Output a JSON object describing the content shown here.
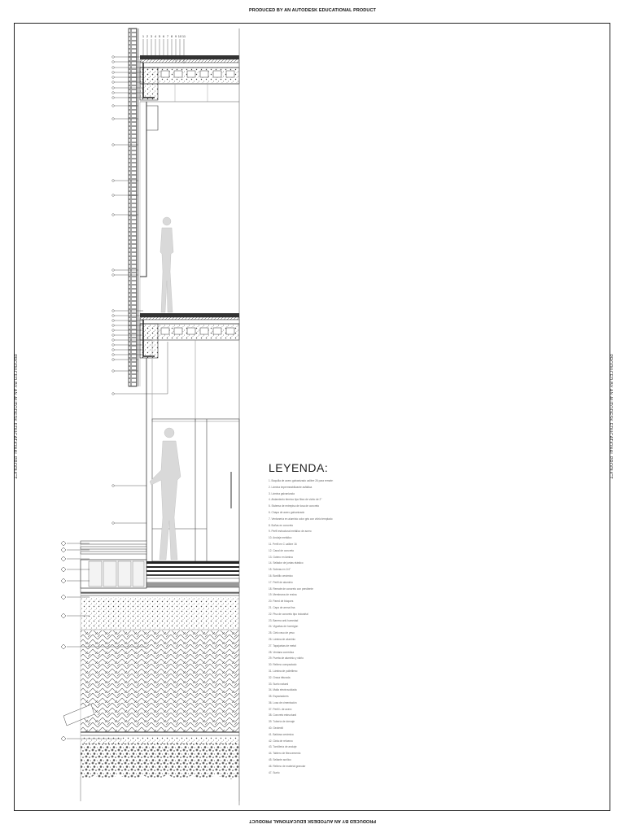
{
  "watermark": "PRODUCED BY AN AUTODESK EDUCATIONAL PRODUCT",
  "legend": {
    "title": "LEYENDA:",
    "items": [
      "1. Boquilla de acero galvanizado calibre 26 para remate de cubierta",
      "2. Lámina impermeabilizante asfáltica",
      "3. Lámina galvanizada",
      "4. Aislamiento térmico tipo fibra de vidrio de 2\"",
      "5. Sistema de entrepiso de losa de concreto",
      "6. Chapa de acero galvanizado",
      "7. Ventanería en aluminio color gris con vidrio templado",
      "8. Buñas en concreto",
      "9. Perfil estructural metálico de acero",
      "10. Anclaje metálico",
      "11. Perfil en C calibre 16",
      "12. Canal de concreto",
      "13. Gotero en lámina",
      "14. Sellador de juntas elástico",
      "15. Soleras en 1/4\"",
      "16. Bordillo cerámico",
      "17. Perfil de aluminio",
      "18. Remate de concreto con pendiente",
      "19. Membrana de resina",
      "20. Pared de bloques",
      "21. Capa de arena fina",
      "22. Piso de concreto tipo industrial",
      "23. Barrera anti-humedad",
      "24. Viguetas de hormigón",
      "25. Cielo raso de yeso",
      "26. Lámina de aluminio",
      "27. Tapajuntas de metal",
      "28. Ventana corrediza",
      "29. Puerta de aluminio y vidrio",
      "30. Relleno compactado",
      "31. Lámina de polietileno",
      "32. Grava triturada",
      "33. Suelo natural",
      "34. Malla electrosoldada",
      "35. Espaciadores",
      "36. Losa de cimentación",
      "37. Perfil L de acero",
      "38. Concreto estructural",
      "39. Tubería de drenaje",
      "40. Geotextil",
      "41. Baldosa cerámica",
      "42. Cinta de refuerzo",
      "43. Tornillería de anclaje",
      "44. Tablero de fibrocemento",
      "45. Sellante acrílico",
      "46. Relleno de material granular",
      "47. Suelo"
    ]
  },
  "drawing": {
    "roof_callout_labels": [
      "1",
      "2",
      "3",
      "4",
      "5",
      "6",
      "7",
      "8",
      "9",
      "10",
      "11"
    ]
  }
}
